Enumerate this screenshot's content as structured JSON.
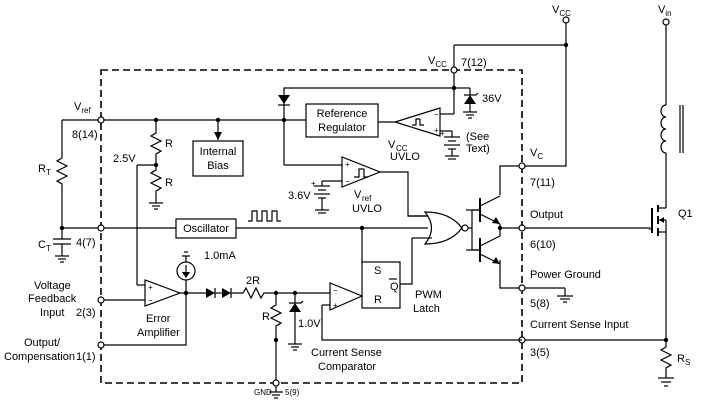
{
  "pins": {
    "vcc_pin": "V",
    "vcc_pin_sub": "CC",
    "vcc_pin_num": "7(12)",
    "vref": "V",
    "vref_sub": "ref",
    "vref_num": "8(14)",
    "ct": "C",
    "ct_sub": "T",
    "ct_num": "4(7)",
    "vfb_line1": "Voltage",
    "vfb_line2": "Feedback",
    "vfb_line3": "Input",
    "vfb_num": "2(3)",
    "comp_line1": "Output/",
    "comp_line2": "Compensation",
    "comp_num": "1(1)",
    "gnd": "GND",
    "gnd_num": "5(9)",
    "vc": "V",
    "vc_sub": "C",
    "vc_num": "7(11)",
    "output": "Output",
    "output_num": "6(10)",
    "pgnd": "Power Ground",
    "pgnd_num": "5(8)",
    "cs": "Current Sense Input",
    "cs_num": "3(5)"
  },
  "blocks": {
    "ref_line1": "Reference",
    "ref_line2": "Regulator",
    "bias_line1": "Internal",
    "bias_line2": "Bias",
    "osc": "Oscillator",
    "latch_s": "S",
    "latch_r": "R",
    "latch_q": "Q",
    "latch_line1": "PWM",
    "latch_line2": "Latch",
    "ea_line1": "Error",
    "ea_line2": "Amplifier",
    "csc_line1": "Current Sense",
    "csc_line2": "Comparator",
    "vccuvlo_line1": "V",
    "vccuvlo_sub": "CC",
    "vccuvlo_line2": "UVLO",
    "vrefuvlo_line1": "V",
    "vrefuvlo_sub": "ref",
    "vrefuvlo_line2": "UVLO",
    "see_text_line1": "(See",
    "see_text_line2": "Text)"
  },
  "values": {
    "zener_36v": "36V",
    "v25": "2.5V",
    "v36": "3.6V",
    "v10": "1.0V",
    "i1ma": "1.0mA",
    "r_2r": "2R",
    "r_r": "R"
  },
  "external": {
    "vcc": "V",
    "vcc_sub": "CC",
    "vin": "V",
    "vin_sub": "in",
    "rt": "R",
    "rt_sub": "T",
    "rs": "R",
    "rs_sub": "S",
    "q1": "Q1"
  },
  "glyphs": {
    "plus": "+",
    "minus": "−"
  }
}
